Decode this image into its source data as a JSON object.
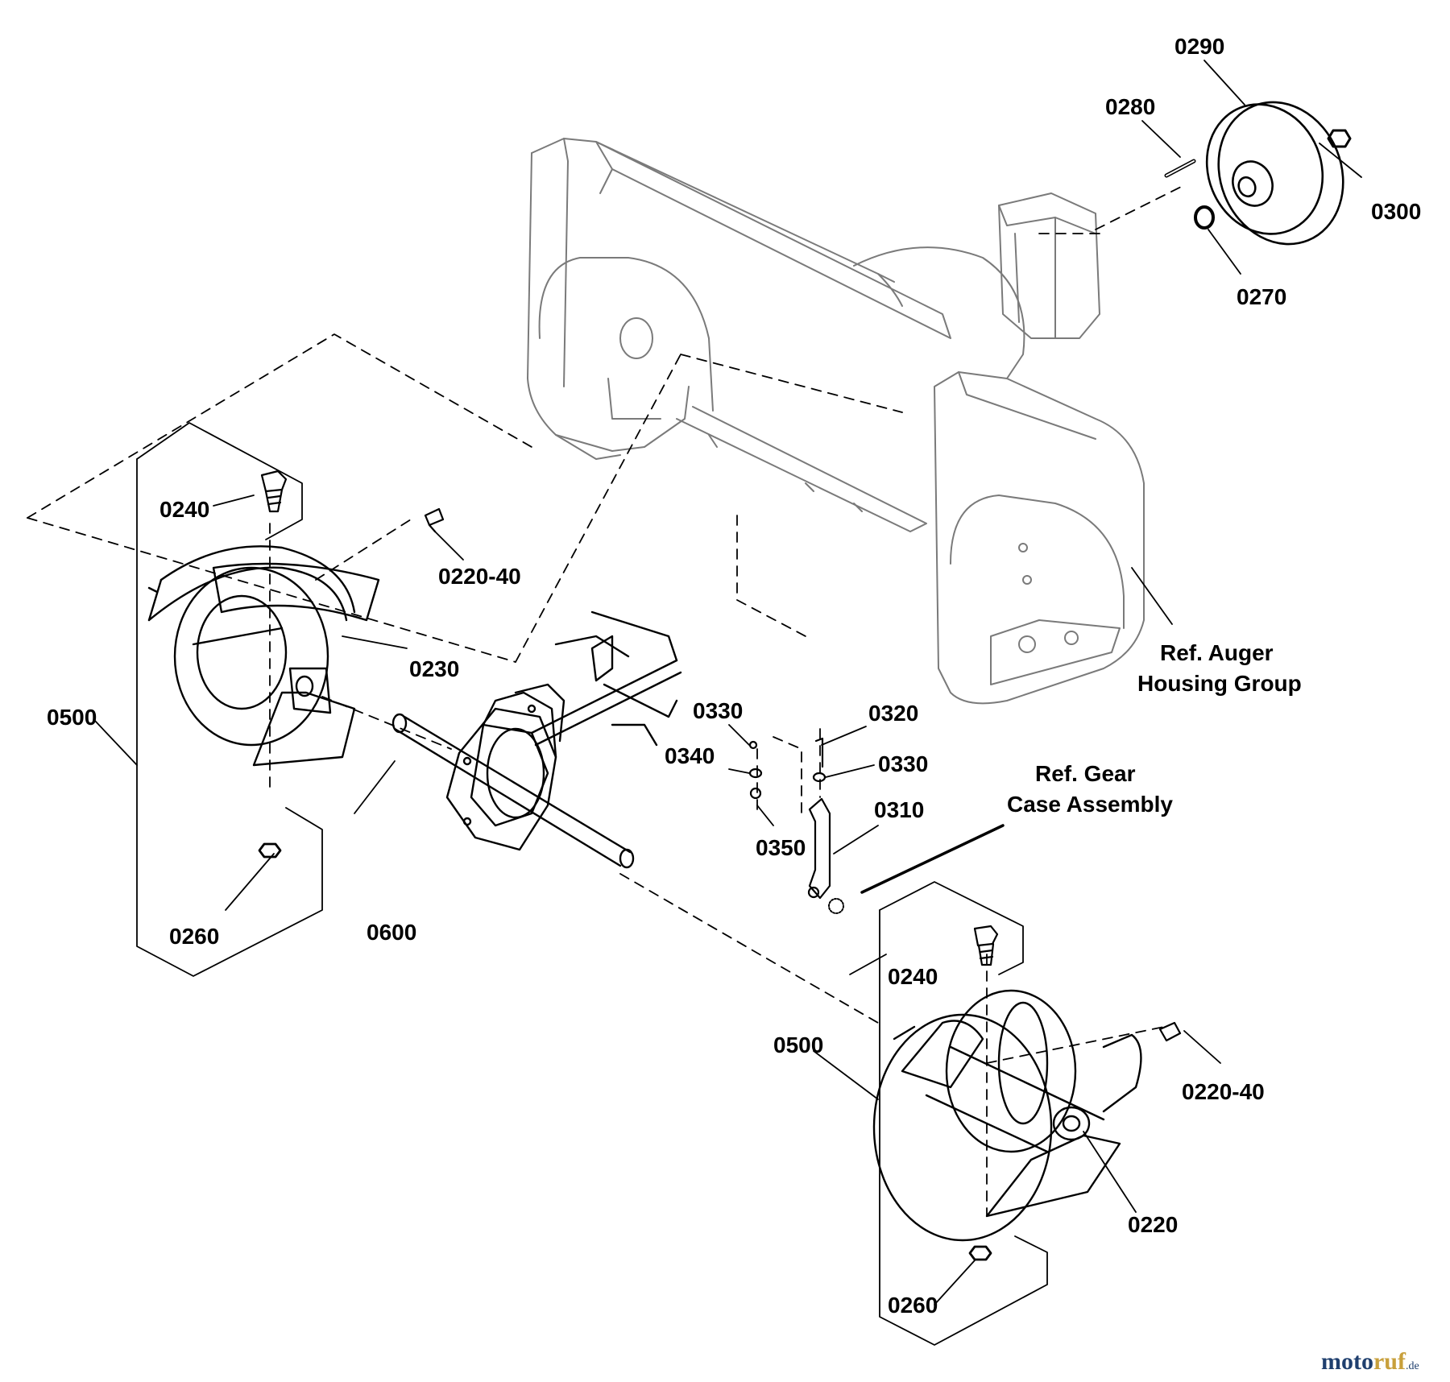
{
  "labels": {
    "p0290": "0290",
    "p0280": "0280",
    "p0300": "0300",
    "p0270": "0270",
    "p0240a": "0240",
    "p0220_40a": "0220-40",
    "p0230": "0230",
    "p0500a": "0500",
    "p0260a": "0260",
    "p0600": "0600",
    "p0330a": "0330",
    "p0320": "0320",
    "p0340": "0340",
    "p0330b": "0330",
    "p0310": "0310",
    "p0350": "0350",
    "p0240b": "0240",
    "p0500b": "0500",
    "p0220_40b": "0220-40",
    "p0220": "0220",
    "p0260b": "0260"
  },
  "refs": {
    "auger_line1": "Ref. Auger",
    "auger_line2": "Housing Group",
    "gear_line1": "Ref. Gear",
    "gear_line2": "Case Assembly"
  },
  "watermark": {
    "moto": "moto",
    "ruf": "ruf",
    "tld": ".de",
    "color_dark": "#1f3f6e",
    "color_accent": "#c8a03c"
  }
}
